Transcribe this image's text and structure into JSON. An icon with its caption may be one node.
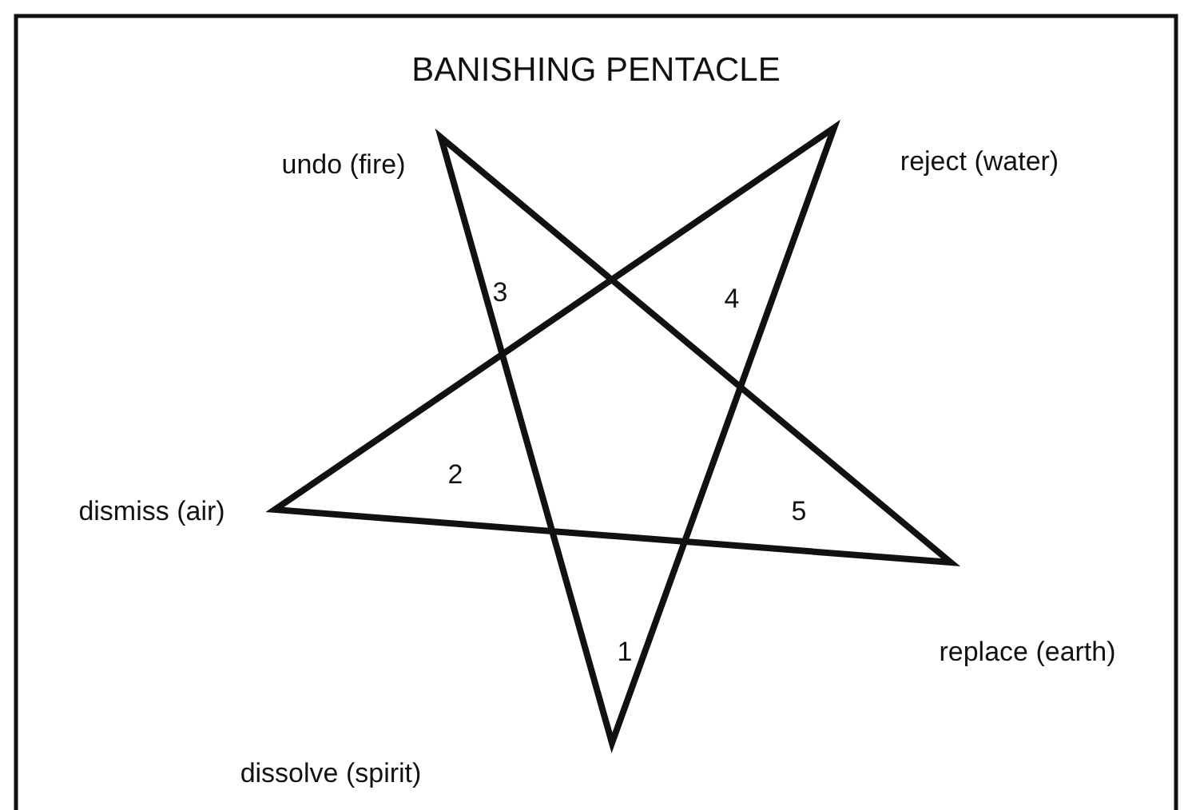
{
  "diagram": {
    "title": "BANISHING PENTACLE",
    "labels": [
      "undo (fire)",
      "reject (water)",
      "3",
      "4",
      "2",
      "dismiss (air)",
      "5",
      "1",
      "replace (earth)",
      "dissolve (spirit)"
    ]
  }
}
